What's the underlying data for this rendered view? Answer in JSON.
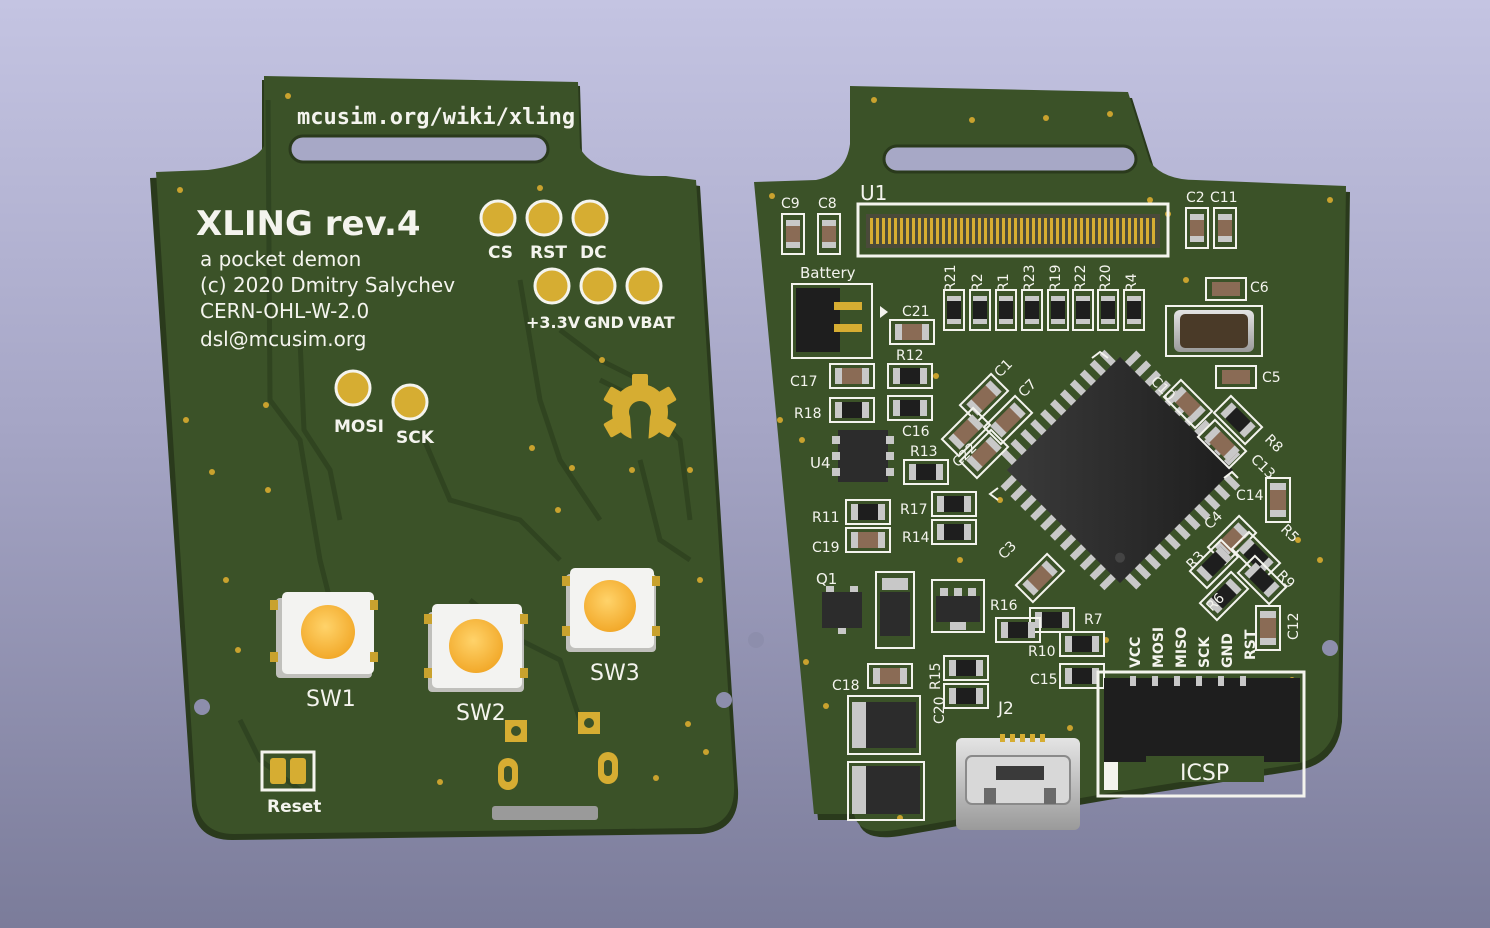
{
  "colors": {
    "background_top": "#c4c4e2",
    "background_bottom": "#7b7c9a",
    "pcb": "#3b5228",
    "pcb_edge": "#2a3a1c",
    "trace": "#2f4320",
    "pad": "#d6ad32",
    "silkscreen": "#f4f4ee",
    "button_cap": "#f7b640",
    "ic_body": "#2c2c2c",
    "resistor_body": "#1e1e1e",
    "capacitor_body": "#8a6b55",
    "metal": "#c8c8c8"
  },
  "front_board": {
    "url": "mcusim.org/wiki/xling",
    "title": "XLING rev.4",
    "info_lines": [
      "a pocket demon",
      "(c) 2020 Dmitry Salychev",
      "CERN-OHL-W-2.0",
      "dsl@mcusim.org"
    ],
    "pads_row1": [
      "CS",
      "RST",
      "DC"
    ],
    "pads_row2": [
      "+3.3V",
      "GND",
      "VBAT"
    ],
    "pads_row3": [
      "MOSI",
      "SCK"
    ],
    "switches": [
      "SW1",
      "SW2",
      "SW3"
    ],
    "reset_label": "Reset",
    "logo_icon": "open-hardware-gear-icon"
  },
  "back_board": {
    "display_connector": "U1",
    "battery_label": "Battery",
    "usb_label": "J2",
    "icsp_label": "ICSP",
    "icsp_pins": [
      "VCC",
      "MOSI",
      "MISO",
      "SCK",
      "GND",
      "RST"
    ],
    "resistor_row": [
      "R21",
      "R2",
      "R1",
      "R23",
      "R19",
      "R22",
      "R20",
      "R4"
    ],
    "top_caps_left": [
      "C9",
      "C8"
    ],
    "top_caps_right": [
      "C2",
      "C11"
    ],
    "labels": {
      "c21": "C21",
      "r12": "R12",
      "c17": "C17",
      "r18": "R18",
      "c16": "C16",
      "u4": "U4",
      "r13": "R13",
      "r11": "R11",
      "r17": "R17",
      "c19": "C19",
      "r14": "R14",
      "q1": "Q1",
      "r16": "R16",
      "r7": "R7",
      "r10": "R10",
      "c15": "C15",
      "c18": "C18",
      "r15": "R15",
      "c20": "C20",
      "c1": "C1",
      "c7": "C7",
      "c22": "C22",
      "c3": "C3",
      "c10": "C10",
      "r8": "R8",
      "c13": "C13",
      "c14": "C14",
      "c4": "C4",
      "r5": "R5",
      "r3": "R3",
      "r6": "R6",
      "r9": "R9",
      "c12": "C12",
      "c6": "C6",
      "c5": "C5"
    }
  }
}
